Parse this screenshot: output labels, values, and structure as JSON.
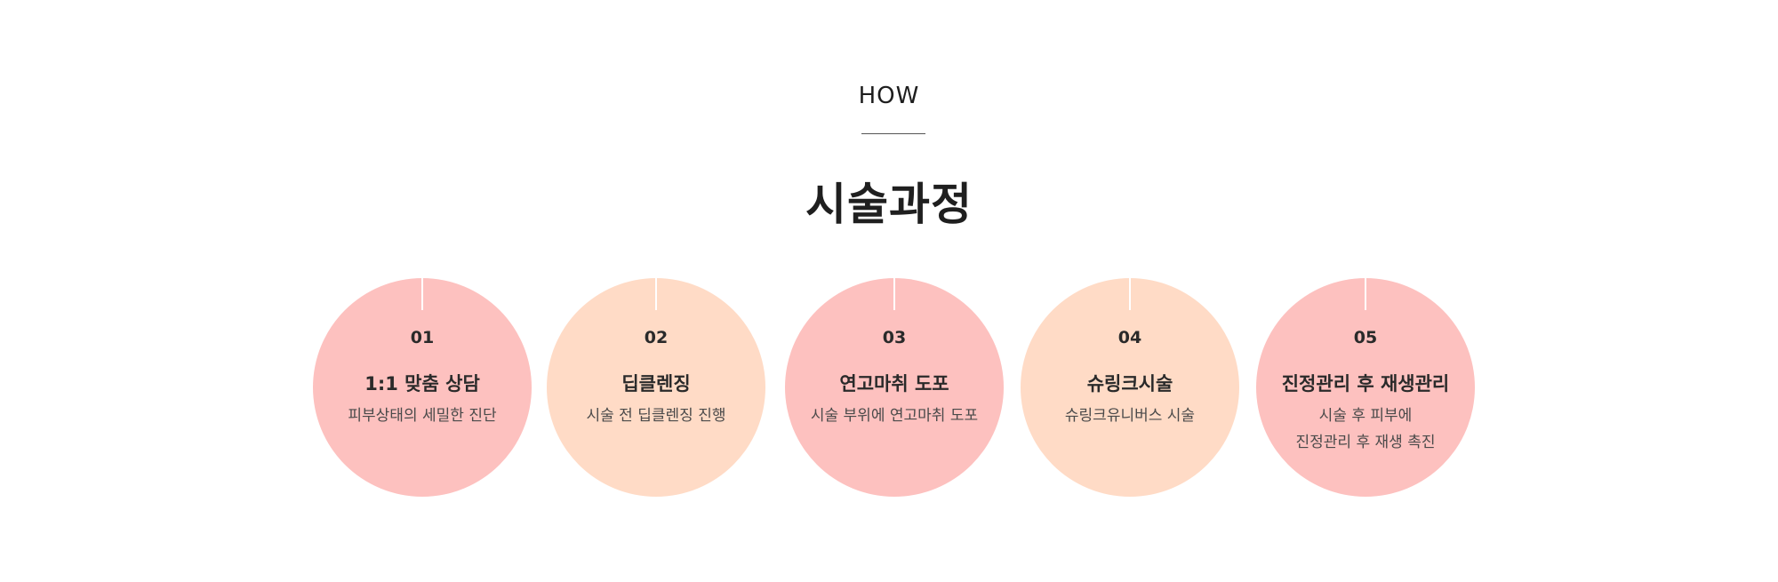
{
  "header": {
    "eyebrow": "HOW",
    "title": "시술과정"
  },
  "colors": {
    "pink": "#fdc1bf",
    "peach": "#ffdbc6"
  },
  "steps": [
    {
      "number": "01",
      "title": "1:1 맞춤 상담",
      "desc_line1": "피부상태의 세밀한 진단",
      "desc_line2": ""
    },
    {
      "number": "02",
      "title": "딥클렌징",
      "desc_line1": "시술 전 딥클렌징 진행",
      "desc_line2": ""
    },
    {
      "number": "03",
      "title": "연고마취 도포",
      "desc_line1": "시술 부위에 연고마취 도포",
      "desc_line2": ""
    },
    {
      "number": "04",
      "title": "슈링크시술",
      "desc_line1": "슈링크유니버스 시술",
      "desc_line2": ""
    },
    {
      "number": "05",
      "title": "진정관리 후 재생관리",
      "desc_line1": "시술 후 피부에",
      "desc_line2": "진정관리 후 재생 촉진"
    }
  ]
}
